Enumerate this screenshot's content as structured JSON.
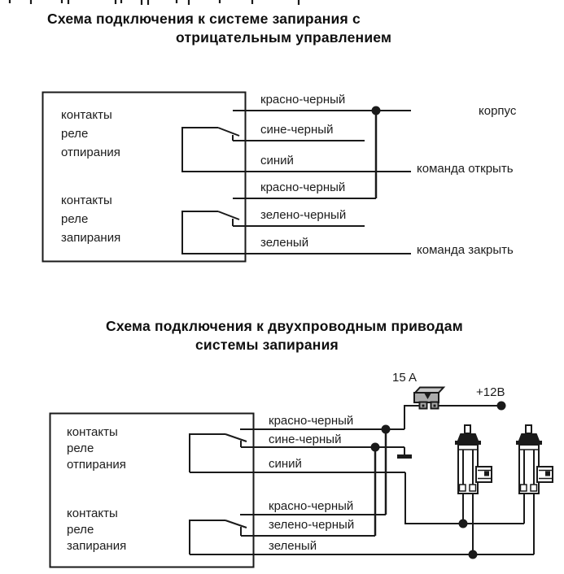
{
  "colors": {
    "line": "#1a1a1a",
    "fuse_body": "#ababab",
    "fuse_top": "#c9c9c9",
    "background": "#ffffff"
  },
  "diagram1": {
    "title": [
      "Схема подключения к системе запирания с",
      "отрицательным управлением"
    ],
    "relay_labels": [
      "контакты\nреле\nотпирания",
      "контакты\nреле\nзапирания"
    ],
    "wire_labels": [
      "красно-черный",
      "сине-черный",
      "синий",
      "красно-черный",
      "зелено-черный",
      "зеленый"
    ],
    "annotations": {
      "body_ground": "корпус",
      "command_open": "команда открыть",
      "command_close": "команда закрыть"
    }
  },
  "diagram2": {
    "title": [
      "Схема подключения к двухпроводным приводам",
      "системы запирания"
    ],
    "relay_labels": [
      "контакты\nреле\nотпирания",
      "контакты\nреле\nзапирания"
    ],
    "wire_labels": [
      "красно-черный",
      "сине-черный",
      "синий",
      "красно-черный",
      "зелено-черный",
      "зеленый"
    ],
    "fuse_rating": "15 A",
    "power_label": "+12В"
  }
}
